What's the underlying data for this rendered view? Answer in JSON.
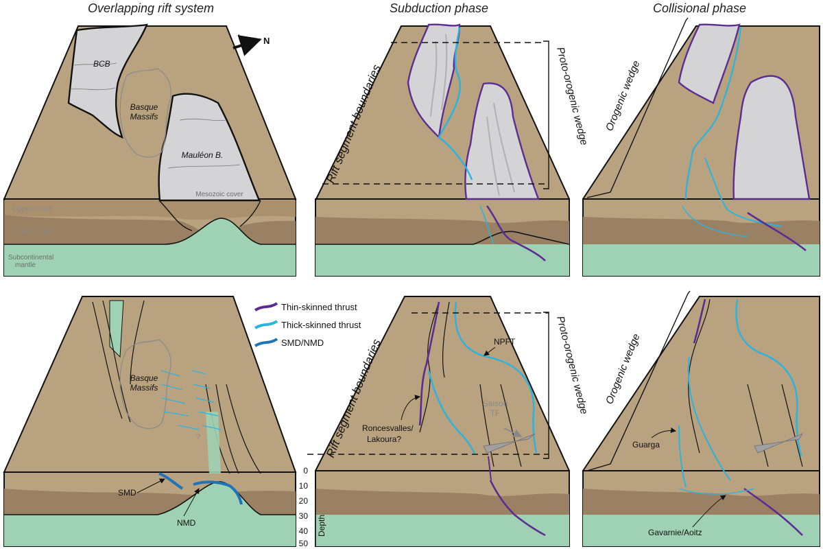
{
  "titles": {
    "left": "Overlapping rift system",
    "middle": "Subduction phase",
    "right": "Collisional phase"
  },
  "labels": {
    "bcb": "BCB",
    "basque_line1": "Basque",
    "basque_line2": "Massifs",
    "mauleon": "Mauléon B.",
    "mesozoic_cover": "Mesozoic cover",
    "upper_crust": "Upper crust",
    "lower_crust": "Lower crust",
    "mantle_line1": "Subcontinental",
    "mantle_line2": "mantle",
    "north": "N",
    "rift_segment_boundaries": "Rift segment boundaries",
    "proto_orogenic_wedge": "Proto-orogenic wedge",
    "orogenic_wedge": "Orogenic wedge",
    "npft": "NPFT",
    "saison_line1": "Saison",
    "saison_line2": "TF",
    "roncesvalles_line1": "Roncesvalles/",
    "roncesvalles_line2": "Lakoura?",
    "guarga": "Guarga",
    "gavarnie": "Gavarnie/Aoitz",
    "smd": "SMD",
    "nmd": "NMD",
    "question": "?",
    "depth": "Depth"
  },
  "legend": [
    {
      "label": "Thin-skinned thrust",
      "color": "#5b2d91"
    },
    {
      "label": "Thick-skinned thrust",
      "color": "#29b4e0"
    },
    {
      "label": "SMD/NMD",
      "color": "#1f73b7"
    }
  ],
  "depth_ticks": [
    "0",
    "10",
    "20",
    "30",
    "40",
    "50"
  ],
  "colors": {
    "surface": "#b9a27f",
    "upper_crust": "#a88e6c",
    "lower_crust": "#9b8163",
    "mantle": "#9fd2b4",
    "basin": "#d4d4d6",
    "thin_skinned": "#5b2d91",
    "thick_skinned": "#29b4e0",
    "detachment": "#1f73b7"
  }
}
